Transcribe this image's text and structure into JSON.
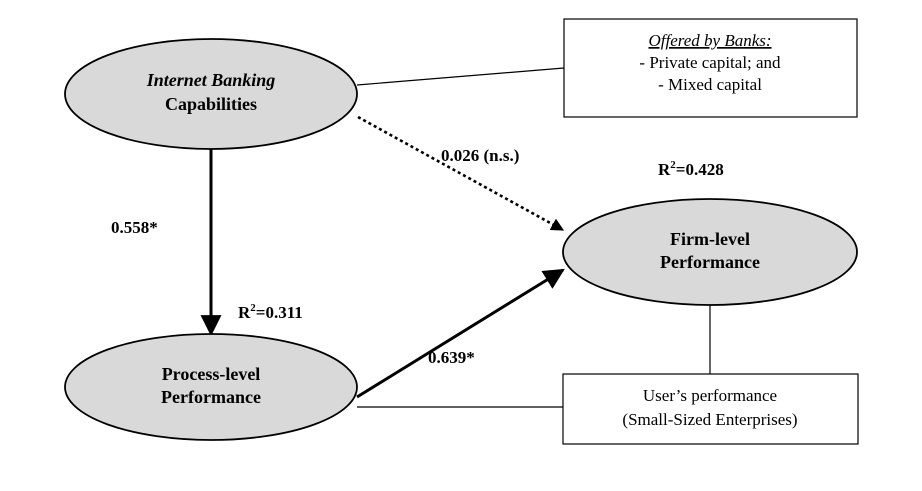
{
  "nodes": {
    "ibc": {
      "line1": "Internet Banking",
      "line2": "Capabilities"
    },
    "plp": {
      "line1": "Process-level",
      "line2": "Performance"
    },
    "flp": {
      "line1": "Firm-level",
      "line2": "Performance"
    }
  },
  "boxes": {
    "banks": {
      "heading": "Offered by Banks:",
      "line1": "- Private capital; and",
      "line2": "- Mixed capital"
    },
    "users": {
      "line1": "User’s performance",
      "line2": "(Small-Sized Enterprises)"
    }
  },
  "paths": {
    "ibc_to_plp": "0.558*",
    "ibc_to_flp": "0.026 (n.s.)",
    "plp_to_flp": "0.639*"
  },
  "r_squared": {
    "plp": {
      "prefix": "R",
      "exp": "2",
      "value": "=0.311"
    },
    "flp": {
      "prefix": "R",
      "exp": "2",
      "value": "=0.428"
    }
  },
  "colors": {
    "node_fill": "#d9d9d9",
    "stroke": "#000000",
    "background": "#ffffff"
  }
}
